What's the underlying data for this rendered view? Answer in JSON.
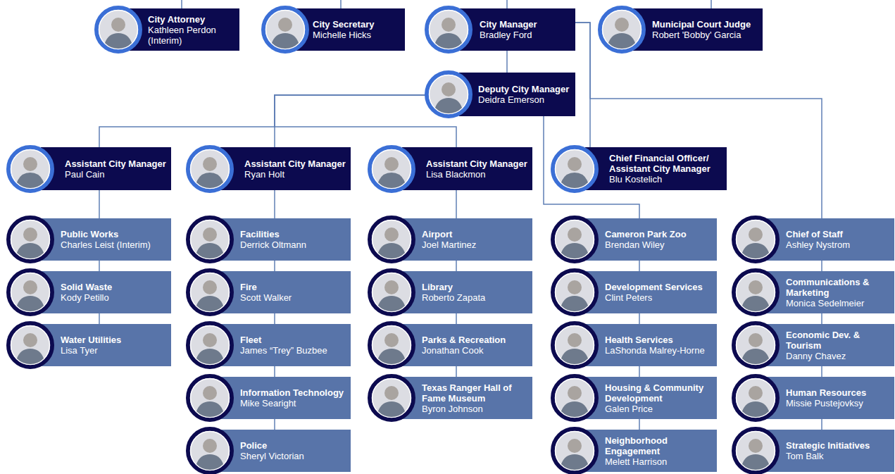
{
  "diagram": {
    "nodes": [
      {
        "text": [
          "City Attorney",
          "Kathleen Perdon (Interim)"
        ]
      },
      {
        "text": [
          "City Secretary",
          "Michelle Hicks"
        ]
      },
      {
        "text": [
          "City Manager",
          "Bradley Ford"
        ]
      },
      {
        "text": [
          "Municipal Court Judge",
          "Robert 'Bobby' Garcia"
        ]
      },
      {
        "text": [
          "Deputy City Manager",
          "Deidra Emerson"
        ]
      },
      {
        "text": [
          "Assistant City Manager",
          "Paul Cain"
        ]
      },
      {
        "text": [
          "Assistant City Manager",
          "Ryan Holt"
        ]
      },
      {
        "text": [
          "Assistant City Manager",
          "Lisa Blackmon"
        ]
      },
      {
        "text": [
          "Chief Financial Officer/ Assistant City Manager",
          "Blu Kostelich"
        ]
      },
      {
        "text": [
          "Public Works",
          "Charles Leist (Interim)"
        ]
      },
      {
        "text": [
          "Solid Waste",
          "Kody Petillo"
        ]
      },
      {
        "text": [
          "Water Utilities",
          "Lisa Tyer"
        ]
      },
      {
        "text": [
          "Facilities",
          "Derrick Oltmann"
        ]
      },
      {
        "text": [
          "Fire",
          "Scott Walker"
        ]
      },
      {
        "text": [
          "Fleet",
          "James “Trey” Buzbee"
        ]
      },
      {
        "text": [
          "Information Technology",
          "Mike Searight"
        ]
      },
      {
        "text": [
          "Police",
          "Sheryl Victorian"
        ]
      },
      {
        "text": [
          "Airport",
          "Joel Martinez"
        ]
      },
      {
        "text": [
          "Library",
          "Roberto Zapata"
        ]
      },
      {
        "text": [
          "Parks & Recreation",
          "Jonathan Cook"
        ]
      },
      {
        "text": [
          "Texas Ranger Hall of Fame Museum",
          "Byron Johnson"
        ]
      },
      {
        "text": [
          "Cameron Park Zoo",
          "Brendan Wiley"
        ]
      },
      {
        "text": [
          "Development Services",
          "Clint Peters"
        ]
      },
      {
        "text": [
          "Health Services",
          "LaShonda Malrey-Horne"
        ]
      },
      {
        "text": [
          "Housing & Community Development",
          "Galen Price"
        ]
      },
      {
        "text": [
          "Neighborhood Engagement",
          "Melett Harrison"
        ]
      },
      {
        "text": [
          "Chief of Staff",
          "Ashley Nystrom"
        ]
      },
      {
        "text": [
          "Communications & Marketing",
          "Monica Sedelmeier"
        ]
      },
      {
        "text": [
          "Economic Dev. & Tourism",
          "Danny Chavez"
        ]
      },
      {
        "text": [
          "Human Resources",
          "Missie Pustejovksy"
        ]
      },
      {
        "text": [
          "Strategic Initiatives",
          "Tom Balk"
        ]
      }
    ],
    "edges": [
      {
        "from": 2,
        "to": 4,
        "arrow": "none"
      },
      {
        "from": 4,
        "to": 5,
        "arrow": "none"
      },
      {
        "from": 4,
        "to": 6,
        "arrow": "none"
      },
      {
        "from": 4,
        "to": 7,
        "arrow": "none"
      },
      {
        "from": 4,
        "to": 21,
        "arrow": "none"
      },
      {
        "from": 2,
        "to": 8,
        "arrow": "none"
      },
      {
        "from": 2,
        "to": 26,
        "arrow": "none"
      },
      {
        "from": 5,
        "to": 9,
        "arrow": "none"
      },
      {
        "from": 9,
        "to": 10,
        "arrow": "none"
      },
      {
        "from": 10,
        "to": 11,
        "arrow": "none"
      },
      {
        "from": 6,
        "to": 12,
        "arrow": "none"
      },
      {
        "from": 12,
        "to": 13,
        "arrow": "none"
      },
      {
        "from": 13,
        "to": 14,
        "arrow": "none"
      },
      {
        "from": 14,
        "to": 15,
        "arrow": "none"
      },
      {
        "from": 15,
        "to": 16,
        "arrow": "none"
      },
      {
        "from": 7,
        "to": 17,
        "arrow": "none"
      },
      {
        "from": 17,
        "to": 18,
        "arrow": "none"
      },
      {
        "from": 18,
        "to": 19,
        "arrow": "none"
      },
      {
        "from": 19,
        "to": 20,
        "arrow": "none"
      },
      {
        "from": 21,
        "to": 22,
        "arrow": "none"
      },
      {
        "from": 22,
        "to": 23,
        "arrow": "none"
      },
      {
        "from": 23,
        "to": 24,
        "arrow": "none"
      },
      {
        "from": 24,
        "to": 25,
        "arrow": "none"
      },
      {
        "from": 26,
        "to": 27,
        "arrow": "none"
      },
      {
        "from": 27,
        "to": 28,
        "arrow": "none"
      },
      {
        "from": 28,
        "to": 29,
        "arrow": "none"
      },
      {
        "from": 29,
        "to": 30,
        "arrow": "none"
      }
    ]
  }
}
